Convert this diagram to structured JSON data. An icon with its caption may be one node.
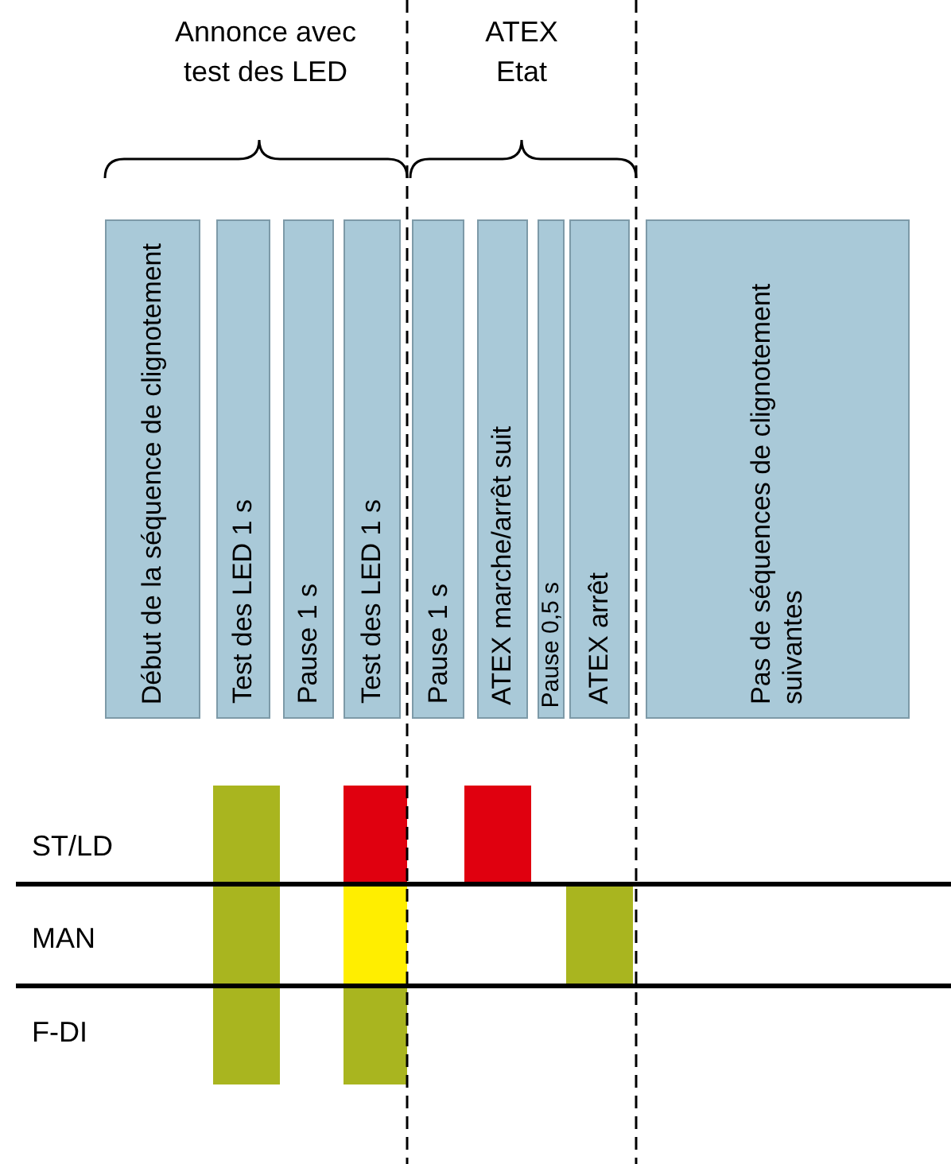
{
  "diagram": {
    "nodes": [
      {
        "text": [
          "Début de la séquence de clignotement"
        ]
      },
      {
        "text": [
          "Test des LED 1 s"
        ]
      },
      {
        "text": [
          "Pause 1 s"
        ]
      },
      {
        "text": [
          "Test des LED 1 s"
        ]
      },
      {
        "text": [
          "Pause 1 s"
        ]
      },
      {
        "text": [
          "ATEX marche/arrêt suit"
        ]
      },
      {
        "text": [
          "Pause 0,5 s"
        ]
      },
      {
        "text": [
          "ATEX arrêt"
        ]
      },
      {
        "text": [
          "Pas de séquences de clignotement suivantes"
        ]
      }
    ],
    "labels": [
      "Annonce avec test des LED",
      "ATEX Etat",
      "ST/LD",
      "MAN",
      "F-DI"
    ]
  }
}
